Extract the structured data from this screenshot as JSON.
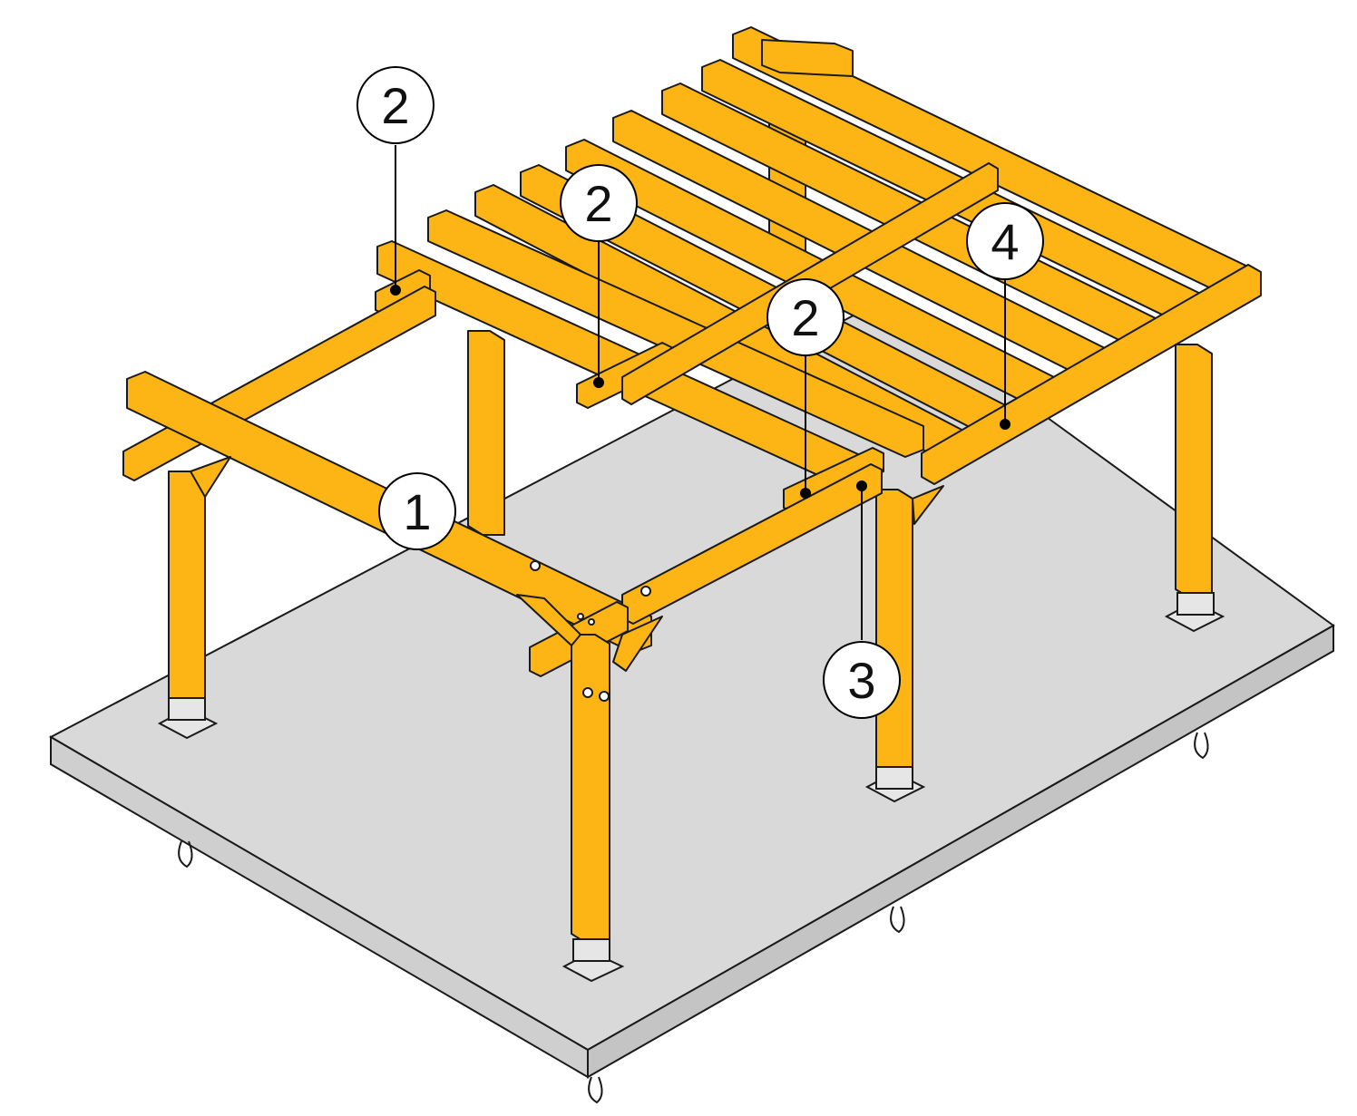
{
  "colors": {
    "timber": "#FDB515",
    "timber_stroke": "#1a1a1a",
    "slab": "#d9d9d9",
    "slab_side": "#c8c8c8",
    "hardware": "#e6e6e6",
    "callout_fill": "#ffffff",
    "callout_stroke": "#000000"
  },
  "callouts": [
    {
      "label": "2",
      "icon": "number-callout"
    },
    {
      "label": "2",
      "icon": "number-callout"
    },
    {
      "label": "2",
      "icon": "number-callout"
    },
    {
      "label": "4",
      "icon": "number-callout"
    },
    {
      "label": "1",
      "icon": "number-callout"
    },
    {
      "label": "3",
      "icon": "number-callout"
    }
  ]
}
